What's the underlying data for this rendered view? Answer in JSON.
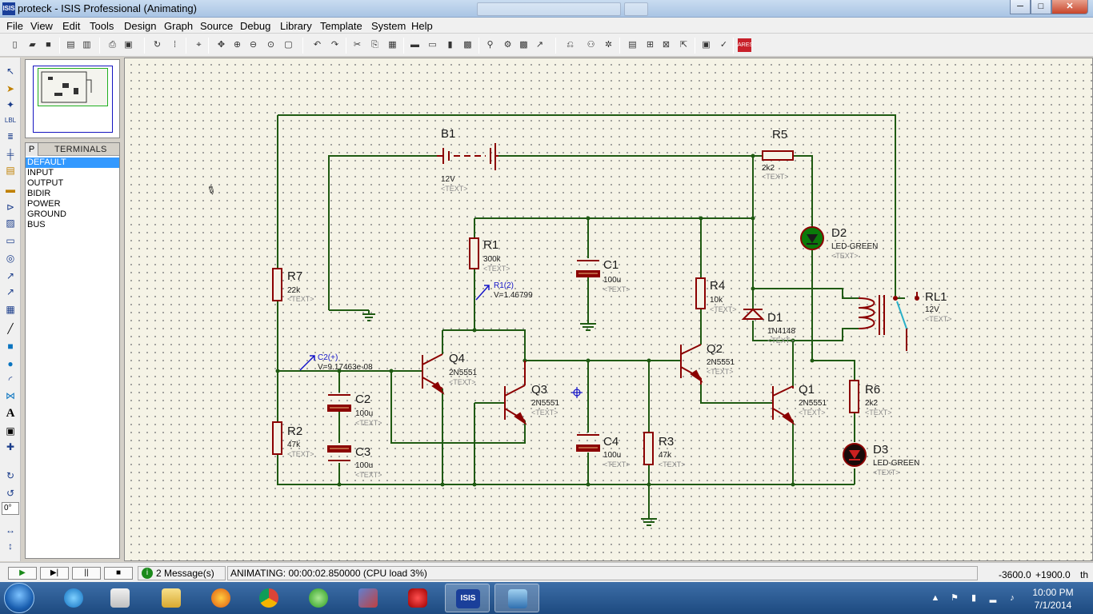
{
  "window": {
    "title": "proteck - ISIS Professional (Animating)",
    "app_icon": "ISIS",
    "min_glyph": "─",
    "max_glyph": "□",
    "close_glyph": "✕"
  },
  "menu": [
    "File",
    "View",
    "Edit",
    "Tools",
    "Design",
    "Graph",
    "Source",
    "Debug",
    "Library",
    "Template",
    "System",
    "Help"
  ],
  "terminals": {
    "tab_label": "P",
    "title": "TERMINALS",
    "items": [
      "DEFAULT",
      "INPUT",
      "OUTPUT",
      "BIDIR",
      "POWER",
      "GROUND",
      "BUS"
    ],
    "selected": "DEFAULT"
  },
  "left_tools": {
    "angle_value": "0°"
  },
  "schematic": {
    "placeholder": "<TEXT>",
    "components": {
      "B1": {
        "ref": "B1",
        "value": "12V"
      },
      "R5": {
        "ref": "R5",
        "value": "2k2"
      },
      "R1": {
        "ref": "R1",
        "value": "300k"
      },
      "C1": {
        "ref": "C1",
        "value": "100u"
      },
      "D2": {
        "ref": "D2",
        "value": "LED-GREEN"
      },
      "R7": {
        "ref": "R7",
        "value": "22k"
      },
      "R4": {
        "ref": "R4",
        "value": "10k"
      },
      "D1": {
        "ref": "D1",
        "value": "1N4148"
      },
      "RL1": {
        "ref": "RL1",
        "value": "12V"
      },
      "Q4": {
        "ref": "Q4",
        "value": "2N5551"
      },
      "Q2": {
        "ref": "Q2",
        "value": "2N5551"
      },
      "Q3": {
        "ref": "Q3",
        "value": "2N5551"
      },
      "Q1": {
        "ref": "Q1",
        "value": "2N5551"
      },
      "C2": {
        "ref": "C2",
        "value": "100u"
      },
      "R6": {
        "ref": "R6",
        "value": "2k2"
      },
      "R2": {
        "ref": "R2",
        "value": "47k"
      },
      "C3": {
        "ref": "C3",
        "value": "100u"
      },
      "C4": {
        "ref": "C4",
        "value": "100u"
      },
      "R3": {
        "ref": "R3",
        "value": "47k"
      },
      "D3": {
        "ref": "D3",
        "value": "LED-GREEN"
      }
    },
    "probes": {
      "R1_2": {
        "name": "R1(2)",
        "reading": "V=1.46799"
      },
      "C2_plus": {
        "name": "C2(+)",
        "reading": "V=9.17463e-08"
      }
    },
    "colors": {
      "wire": "#1f5a12",
      "component": "#8b0000",
      "probe": "#1414c8",
      "led_on": "#0a7a0a"
    }
  },
  "status": {
    "play": "▶",
    "step": "▶|",
    "pause": "||",
    "stop": "■",
    "messages": "2 Message(s)",
    "animating": "ANIMATING: 00:00:02.850000 (CPU load 3%)",
    "coord_x": "-3600.0",
    "coord_y": "+1900.0",
    "units": "th"
  },
  "taskbar": {
    "time": "10:00 PM",
    "date": "7/1/2014",
    "isis_label": "ISIS"
  }
}
